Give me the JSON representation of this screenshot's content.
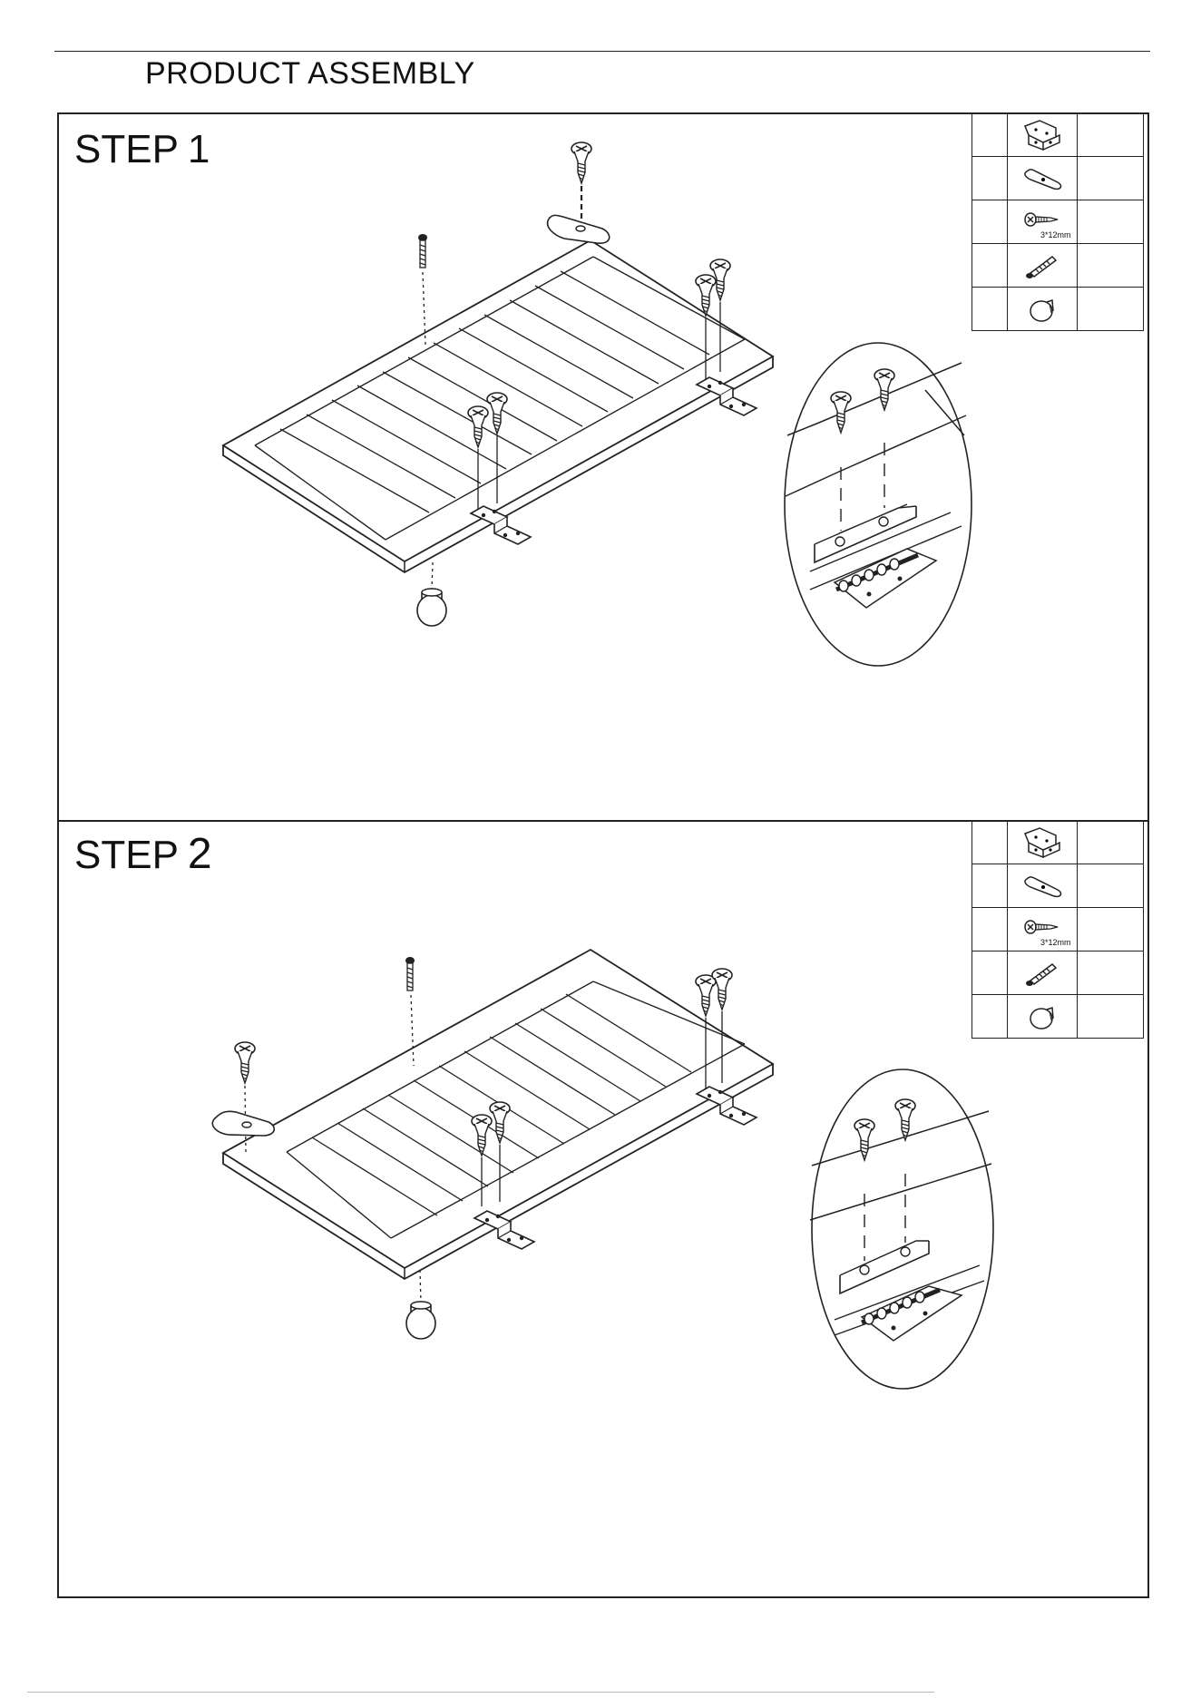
{
  "header": {
    "title": "PRODUCT ASSEMBLY"
  },
  "steps": [
    {
      "word": "STEP",
      "number": "1",
      "parts": [
        {
          "icon": "hinge-icon"
        },
        {
          "icon": "plate-icon"
        },
        {
          "icon": "wood-screw-icon",
          "label": "3*12mm"
        },
        {
          "icon": "bolt-icon"
        },
        {
          "icon": "knob-icon"
        }
      ]
    },
    {
      "word": "STEP",
      "number": "2",
      "parts": [
        {
          "icon": "hinge-icon"
        },
        {
          "icon": "plate-icon"
        },
        {
          "icon": "wood-screw-icon",
          "label": "3*12mm"
        },
        {
          "icon": "bolt-icon"
        },
        {
          "icon": "knob-icon"
        }
      ]
    }
  ]
}
